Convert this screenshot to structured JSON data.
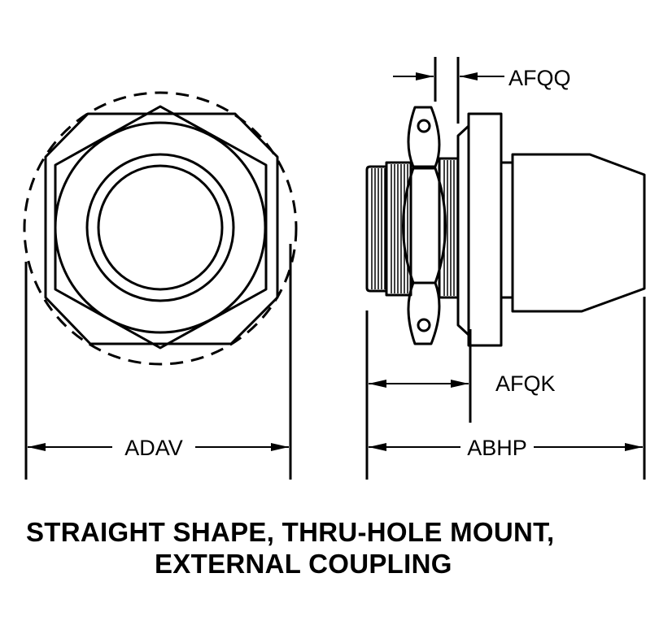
{
  "dimensions": {
    "front_width": "ADAV",
    "overall_length": "ABHP",
    "mount_to_end": "AFQK",
    "panel_thickness": "AFQQ"
  },
  "caption": {
    "line1": "STRAIGHT SHAPE, THRU-HOLE MOUNT,",
    "line2": "EXTERNAL COUPLING"
  }
}
